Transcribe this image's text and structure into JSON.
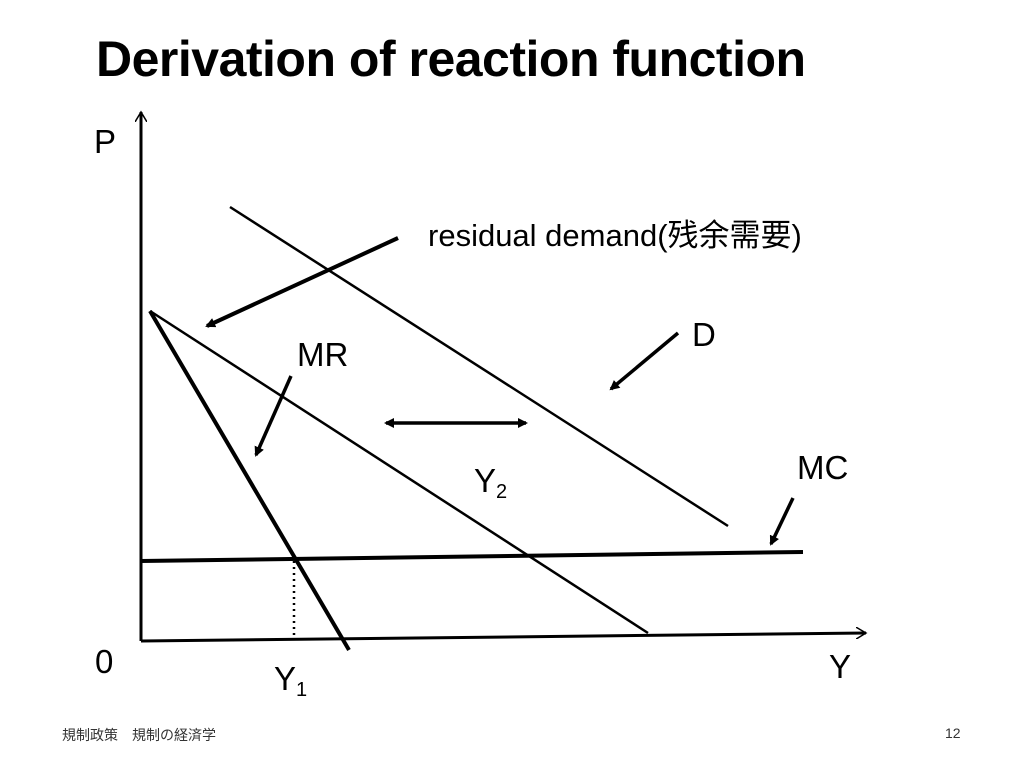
{
  "slide": {
    "title": "Derivation of reaction function"
  },
  "diagram": {
    "axis_y_label": "P",
    "axis_x_label": "Y",
    "origin_label": "0",
    "residual_demand_label": "residual demand(残余需要)",
    "demand_label": "D",
    "marginal_revenue_label": "MR",
    "marginal_cost_label": "MC",
    "y1_main": "Y",
    "y1_sub": "1",
    "y2_main": "Y",
    "y2_sub": "2"
  },
  "footer": {
    "course_text": "規制政策　規制の経済学",
    "page_number": "12"
  }
}
